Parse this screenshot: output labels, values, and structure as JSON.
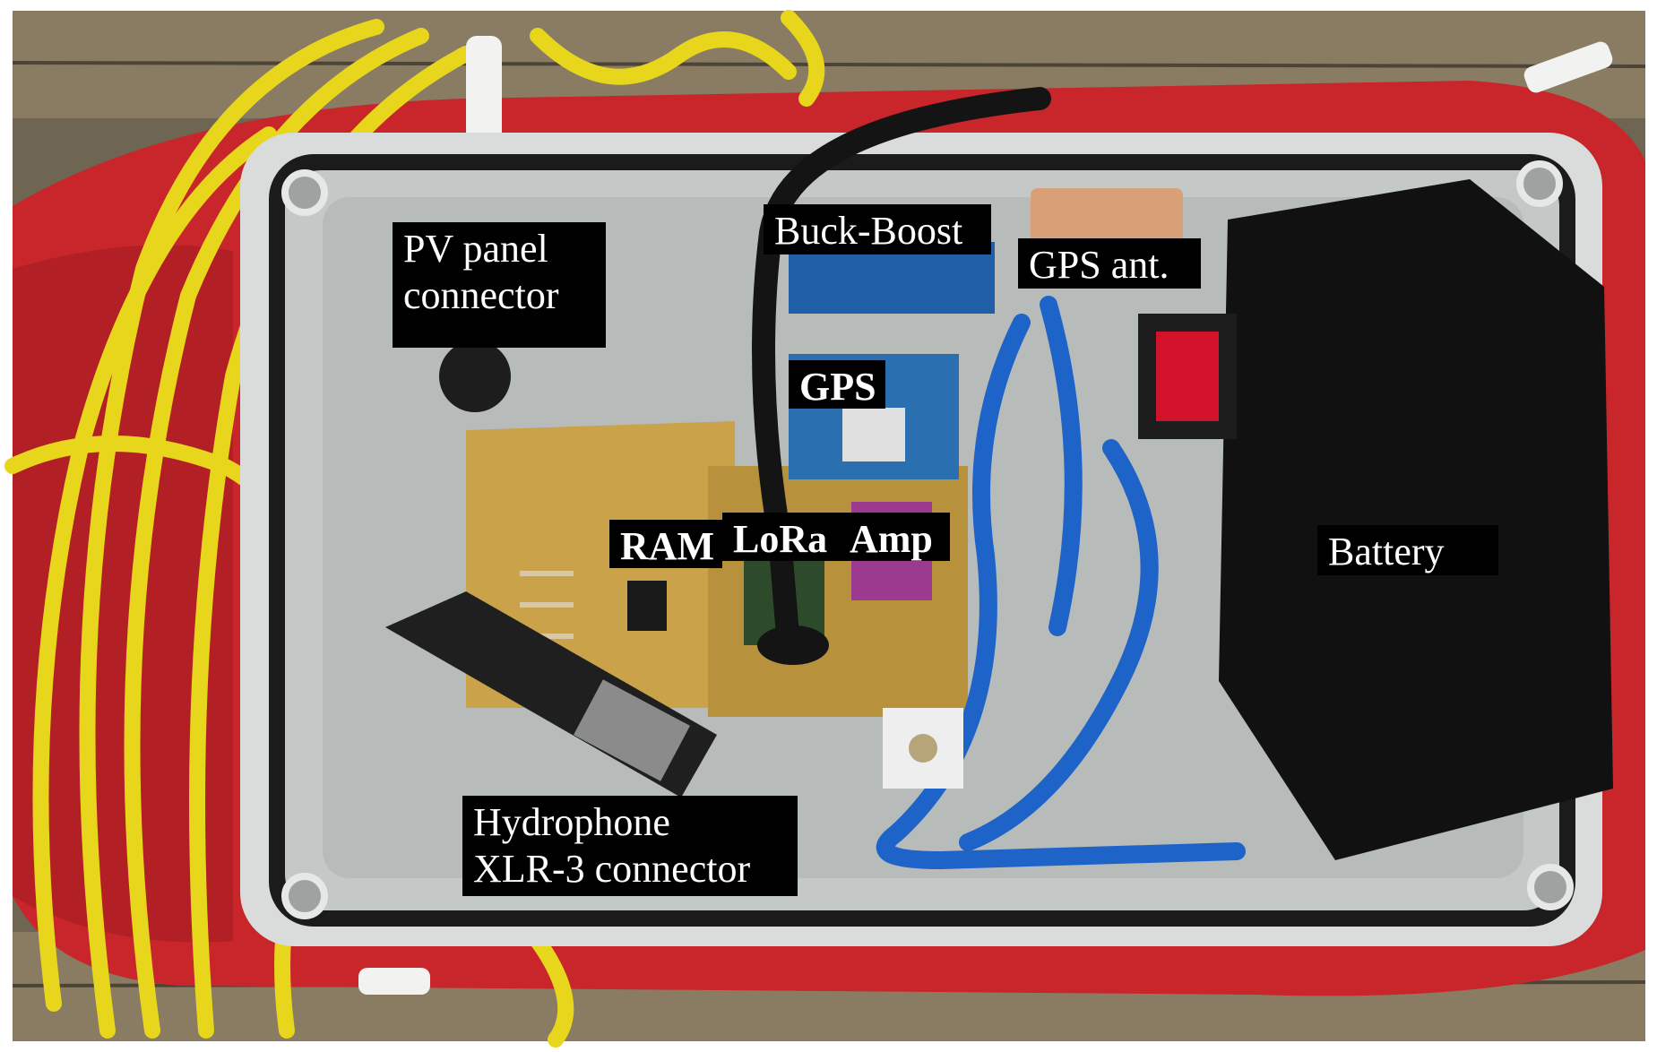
{
  "labels": {
    "pv_panel_connector": [
      "PV panel",
      "connector"
    ],
    "buck_boost": "Buck-Boost",
    "gps_ant": "GPS ant.",
    "gps": "GPS",
    "ram": "RAM",
    "lora": "LoRa",
    "amp": "Amp",
    "battery": "Battery",
    "hydrophone_connector": [
      "Hydrophone",
      "XLR-3 connector"
    ]
  },
  "colors": {
    "cable_yellow": "#e8d61c",
    "buoy_red": "#c8262a",
    "box_grey": "#d9dcdb",
    "box_gasket": "#1b1b1b",
    "usb_blue": "#1e63c8",
    "pcb_tan": "#c9a24a",
    "battery_black": "#111111",
    "switch_red": "#d1122a",
    "module_blue": "#2a6fb0",
    "deck_wood": "#7a6a52"
  }
}
